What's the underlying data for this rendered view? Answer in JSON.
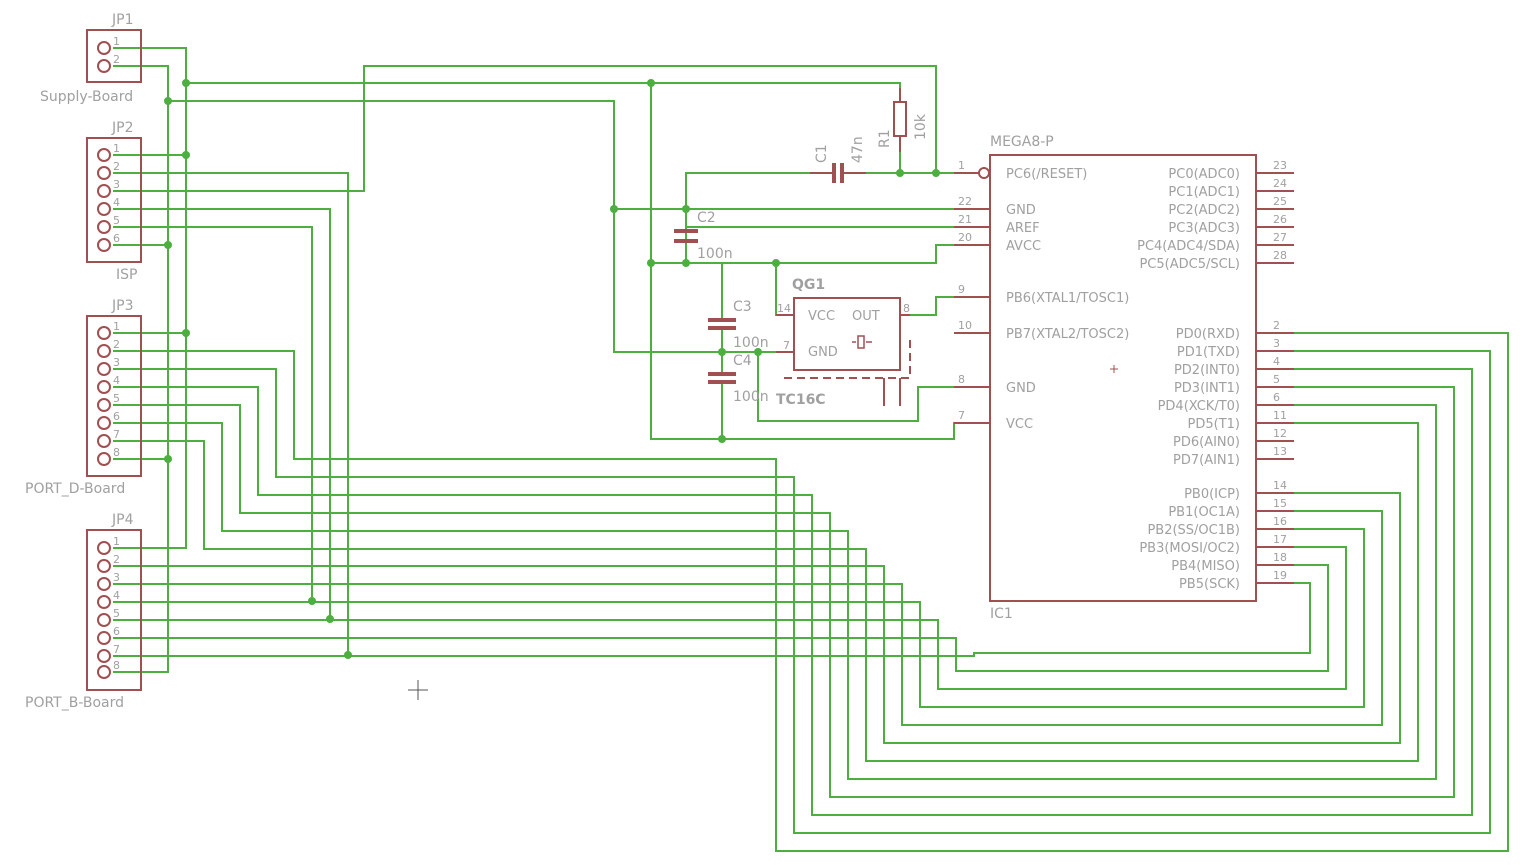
{
  "colors": {
    "wire": "#4caf3f",
    "part": "#a05050",
    "text": "#a0a0a0",
    "background": "#ffffff"
  },
  "headers": {
    "jp1": {
      "name": "JP1",
      "value": "Supply-Board",
      "pins": [
        "1",
        "2"
      ]
    },
    "jp2": {
      "name": "JP2",
      "value": "ISP",
      "pins": [
        "1",
        "2",
        "3",
        "4",
        "5",
        "6"
      ]
    },
    "jp3": {
      "name": "JP3",
      "value": "PORT_D-Board",
      "pins": [
        "1",
        "2",
        "3",
        "4",
        "5",
        "6",
        "7",
        "8"
      ]
    },
    "jp4": {
      "name": "JP4",
      "value": "PORT_B-Board",
      "pins": [
        "1",
        "2",
        "3",
        "4",
        "5",
        "6",
        "7",
        "8"
      ]
    }
  },
  "ic1": {
    "value": "MEGA8-P",
    "name": "IC1",
    "left_pins": [
      {
        "num": "1",
        "label": "PC6(/RESET)"
      },
      {
        "num": "22",
        "label": "GND"
      },
      {
        "num": "21",
        "label": "AREF"
      },
      {
        "num": "20",
        "label": "AVCC"
      },
      {
        "num": "9",
        "label": "PB6(XTAL1/TOSC1)"
      },
      {
        "num": "10",
        "label": "PB7(XTAL2/TOSC2)"
      },
      {
        "num": "8",
        "label": "GND"
      },
      {
        "num": "7",
        "label": "VCC"
      }
    ],
    "right_pins": [
      {
        "num": "23",
        "label": "PC0(ADC0)"
      },
      {
        "num": "24",
        "label": "PC1(ADC1)"
      },
      {
        "num": "25",
        "label": "PC2(ADC2)"
      },
      {
        "num": "26",
        "label": "PC3(ADC3)"
      },
      {
        "num": "27",
        "label": "PC4(ADC4/SDA)"
      },
      {
        "num": "28",
        "label": "PC5(ADC5/SCL)"
      },
      {
        "num": "2",
        "label": "PD0(RXD)"
      },
      {
        "num": "3",
        "label": "PD1(TXD)"
      },
      {
        "num": "4",
        "label": "PD2(INT0)"
      },
      {
        "num": "5",
        "label": "PD3(INT1)"
      },
      {
        "num": "6",
        "label": "PD4(XCK/T0)"
      },
      {
        "num": "11",
        "label": "PD5(T1)"
      },
      {
        "num": "12",
        "label": "PD6(AIN0)"
      },
      {
        "num": "13",
        "label": "PD7(AIN1)"
      },
      {
        "num": "14",
        "label": "PB0(ICP)"
      },
      {
        "num": "15",
        "label": "PB1(OC1A)"
      },
      {
        "num": "16",
        "label": "PB2(SS/OC1B)"
      },
      {
        "num": "17",
        "label": "PB3(MOSI/OC2)"
      },
      {
        "num": "18",
        "label": "PB4(MISO)"
      },
      {
        "num": "19",
        "label": "PB5(SCK)"
      }
    ]
  },
  "components": {
    "c1": {
      "name": "C1",
      "value": "47n"
    },
    "r1": {
      "name": "R1",
      "value": "10k"
    },
    "c2": {
      "name": "C2",
      "value": "100n"
    },
    "c3": {
      "name": "C3",
      "value": "100n"
    },
    "c4": {
      "name": "C4",
      "value": "100n"
    },
    "qg1": {
      "name": "QG1",
      "value": "TC16C",
      "vcc": "VCC",
      "out": "OUT",
      "gnd": "GND",
      "pin_vcc": "14",
      "pin_out": "8",
      "pin_gnd": "7"
    }
  }
}
